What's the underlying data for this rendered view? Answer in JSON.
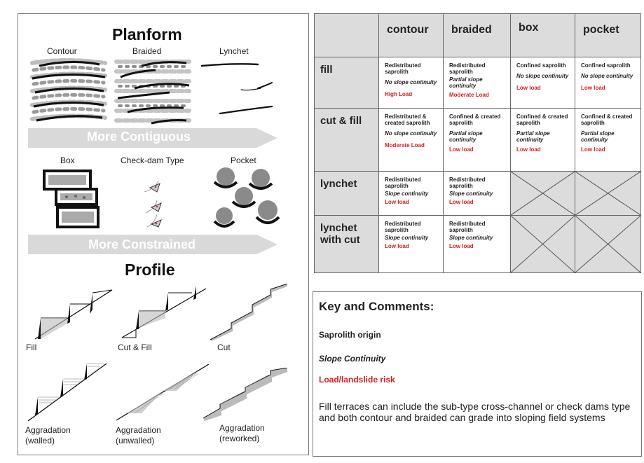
{
  "left_panel": {
    "planform_title": "Planform",
    "planform_labels": [
      "Contour",
      "Braided",
      "Lynchet"
    ],
    "arrow1": "More Contiguous",
    "check_labels": [
      "Box",
      "Check-dam Type",
      "Pocket"
    ],
    "arrow2": "More Constrained",
    "profile_title": "Profile",
    "profile_labels": {
      "fill": "Fill",
      "cut_fill": "Cut & Fill",
      "cut": "Cut",
      "agg_walled": [
        "Aggradation",
        "(walled)"
      ],
      "agg_unwalled": [
        "Aggradation",
        "(unwalled)"
      ],
      "agg_reworked": [
        "Aggradation",
        "(reworked)"
      ]
    }
  },
  "table": {
    "columns": [
      "contour",
      "braided",
      "box",
      "pocket"
    ],
    "rows": [
      {
        "label": "fill",
        "cells": [
          {
            "origin": "Redistributed saprolith",
            "slope": "No slope continuity",
            "load": "High Load"
          },
          {
            "origin": "Redistributed saprolith",
            "slope": "Partial slope continuity",
            "load": "Moderate Load"
          },
          {
            "origin": "Confined saprolith",
            "slope": "No slope continuity",
            "load": "Low load"
          },
          {
            "origin": "Confined saprolith",
            "slope": "No slope continuity",
            "load": "Low load"
          }
        ]
      },
      {
        "label": "cut & fill",
        "cells": [
          {
            "origin": "Redistributed & created saprolith",
            "slope": "No slope continuity",
            "load": "Moderate Load"
          },
          {
            "origin": "Confined & created saprolith",
            "slope": "Partial slope continuity",
            "load": "Low load"
          },
          {
            "origin": "Confined & created saprolith",
            "slope": "Partial slope continuity",
            "load": "Low load"
          },
          {
            "origin": "Confined & created saprolith",
            "slope": "Partial slope continuity",
            "load": "Low load"
          }
        ]
      },
      {
        "label": "lynchet",
        "cells": [
          {
            "origin": "Redistributed saprolith",
            "slope": "Slope continuity",
            "load": "Low load"
          },
          {
            "origin": "Redistributed saprolith",
            "slope": "Slope continuity",
            "load": "Low load"
          }
        ]
      },
      {
        "label": "lynchet with cut",
        "cells": [
          {
            "origin": "Redistributed saprolith",
            "slope": "Slope continuity",
            "load": "Low load"
          },
          {
            "origin": "Redistributed saprolith",
            "slope": "Slope continuity",
            "load": "Low load"
          }
        ]
      }
    ]
  },
  "key": {
    "title": "Key and Comments:",
    "origin": "Saprolith origin",
    "slope": "Slope Continuity",
    "load": "Load/landslide risk",
    "comment": "Fill terraces can include the sub-type cross-channel or check dams type and both contour and braided can grade into sloping field systems"
  },
  "colors": {
    "load_red": "#d21f1f",
    "header_gray": "#dcdcdc",
    "arrow_gray": "#d9d9d9"
  }
}
